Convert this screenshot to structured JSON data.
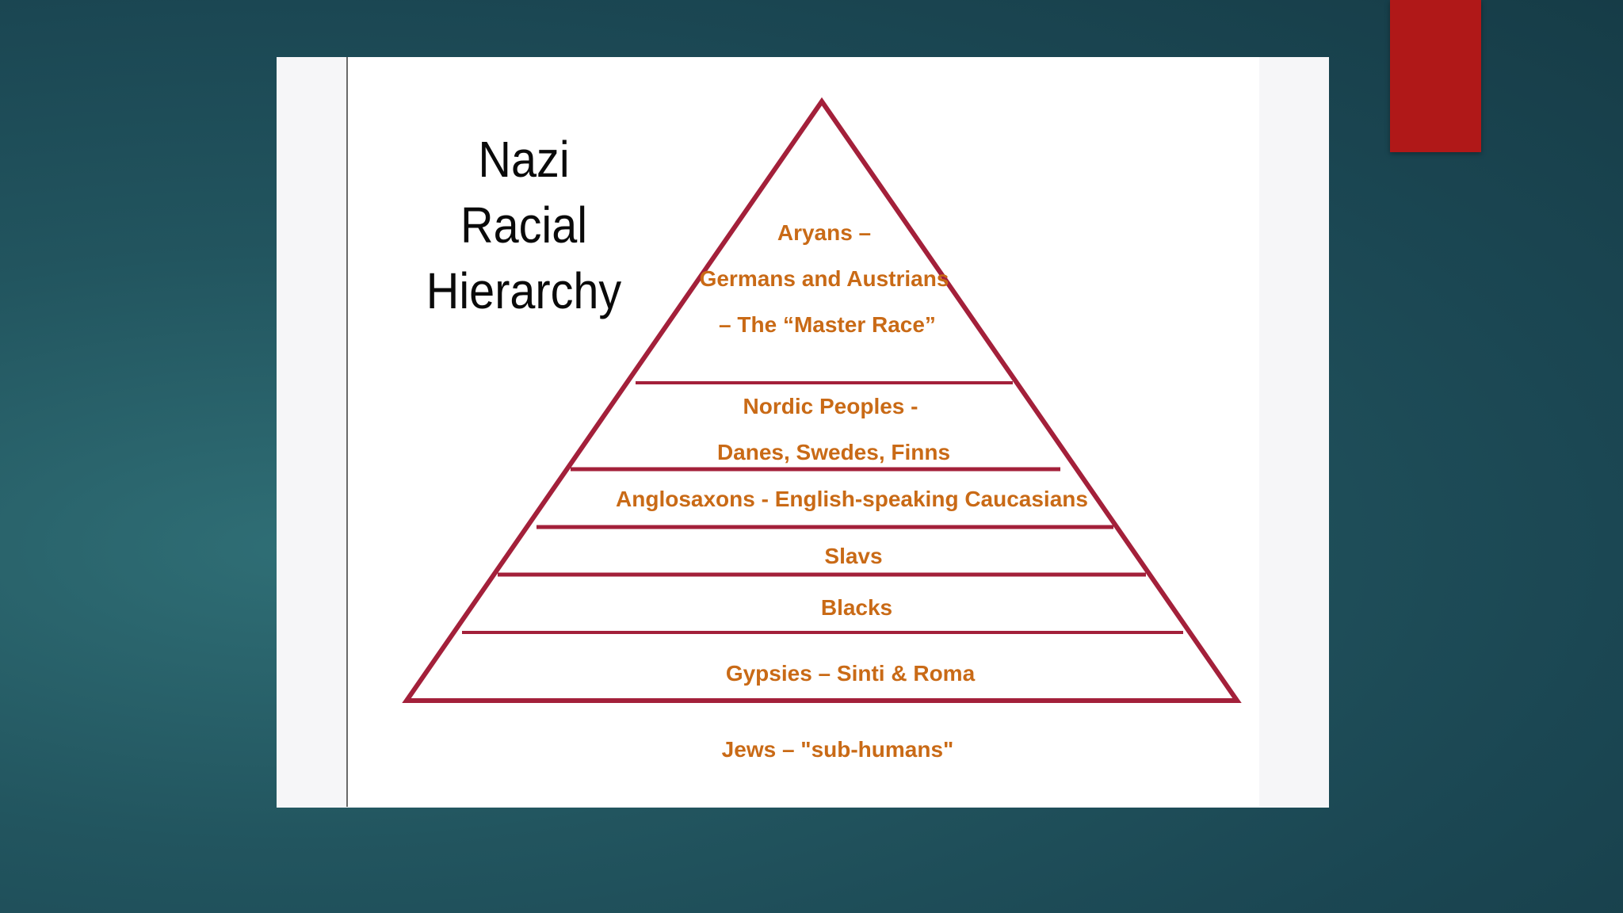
{
  "slide": {
    "title_line1": "Nazi Racial",
    "title_line2": "Hierarchy",
    "colors": {
      "background": "#22555f",
      "accent": "#b01818",
      "pyramid_outline": "#a3203a",
      "tier_text": "#c96a16"
    },
    "tiers": [
      {
        "lines": [
          "Aryans –",
          "Germans  and Austrians",
          "– The “Master Race”"
        ]
      },
      {
        "lines": [
          "Nordic Peoples -",
          "Danes, Swedes, Finns"
        ]
      },
      {
        "lines": [
          "Anglosaxons - English-speaking Caucasians"
        ]
      },
      {
        "lines": [
          "Slavs"
        ]
      },
      {
        "lines": [
          "Blacks"
        ]
      },
      {
        "lines": [
          "Gypsies – Sinti & Roma"
        ]
      }
    ],
    "below_pyramid": "Jews – \"sub-humans\""
  }
}
